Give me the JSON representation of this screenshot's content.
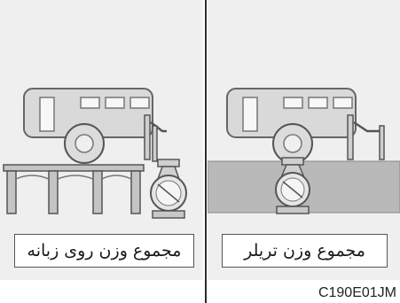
{
  "left_panel": {
    "caption": "مجموع وزن روی زبانه"
  },
  "right_panel": {
    "caption": "مجموع وزن تریلر"
  },
  "figure_code": "C190E01JM",
  "colors": {
    "panel_bg": "#efefef",
    "trailer_fill": "#d8d8d8",
    "stroke": "#555555"
  }
}
